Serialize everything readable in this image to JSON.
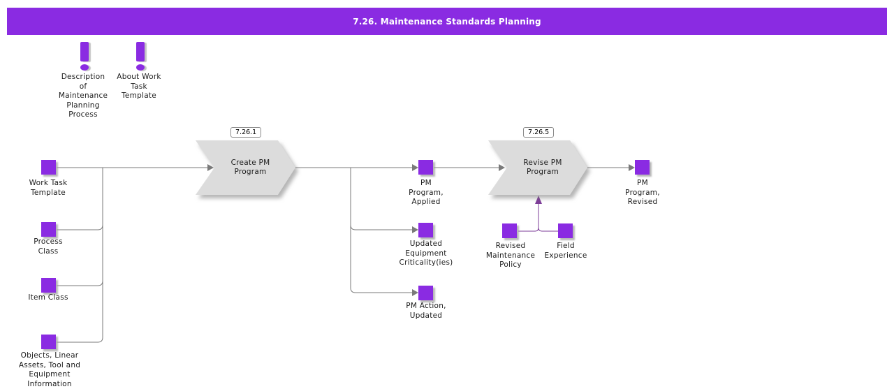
{
  "title": "7.26. Maintenance Standards Planning",
  "colors": {
    "accent": "#8A2BE2",
    "connector_gray": "#7a7a7a",
    "connector_purple": "#7D3C98",
    "process_fill": "#DCDCDC",
    "titlebar_text": "#ffffff"
  },
  "notes": [
    {
      "icon": "exclamation-icon",
      "label": "Description\nof\nMaintenance\nPlanning\nProcess"
    },
    {
      "icon": "exclamation-icon",
      "label": "About Work\nTask\nTemplate"
    }
  ],
  "inputs": [
    {
      "label": "Work Task\nTemplate"
    },
    {
      "label": "Process\nClass"
    },
    {
      "label": "Item Class"
    },
    {
      "label": "Objects, Linear\nAssets, Tool and\nEquipment\nInformation"
    }
  ],
  "processes": [
    {
      "tag": "7.26.1",
      "label": "Create PM\nProgram"
    },
    {
      "tag": "7.26.5",
      "label": "Revise PM\nProgram"
    }
  ],
  "outputs": [
    {
      "label": "PM\nProgram,\nApplied"
    },
    {
      "label": "Updated\nEquipment\nCriticality(ies)"
    },
    {
      "label": "PM Action,\nUpdated"
    },
    {
      "label": "PM\nProgram,\nRevised"
    }
  ],
  "feedback_inputs": [
    {
      "label": "Revised\nMaintenance\nPolicy"
    },
    {
      "label": "Field\nExperience"
    }
  ]
}
